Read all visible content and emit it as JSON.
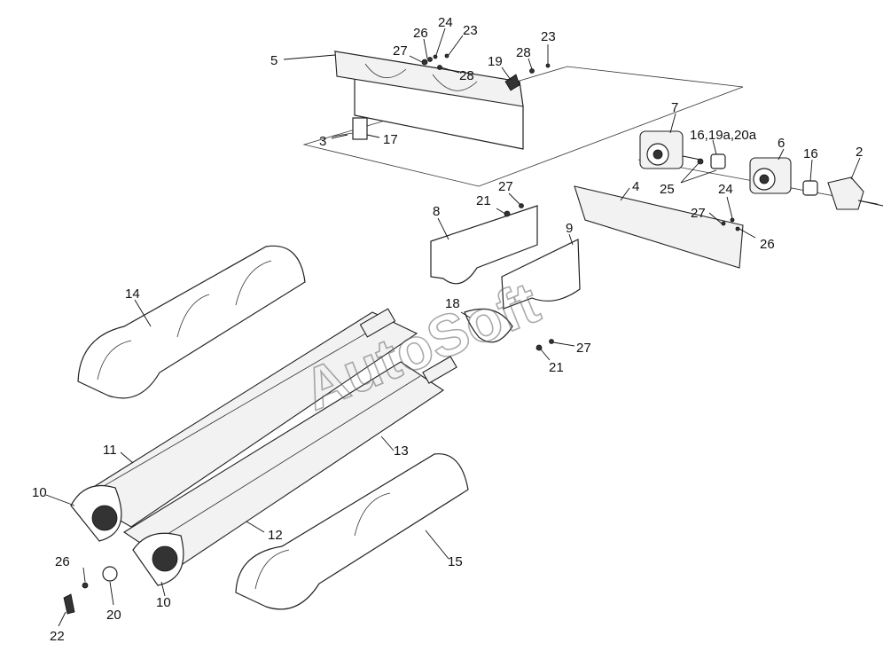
{
  "diagram": {
    "watermark": "AutoSoft",
    "labels": [
      {
        "id": "l5",
        "text": "5"
      },
      {
        "id": "l26a",
        "text": "26"
      },
      {
        "id": "l24a",
        "text": "24"
      },
      {
        "id": "l23a",
        "text": "23"
      },
      {
        "id": "l27a",
        "text": "27"
      },
      {
        "id": "l28a",
        "text": "28"
      },
      {
        "id": "l19",
        "text": "19"
      },
      {
        "id": "l28b",
        "text": "28"
      },
      {
        "id": "l23b",
        "text": "23"
      },
      {
        "id": "l3",
        "text": "3"
      },
      {
        "id": "l17",
        "text": "17"
      },
      {
        "id": "l7",
        "text": "7"
      },
      {
        "id": "l16a",
        "text": "16,19a,20a"
      },
      {
        "id": "l6",
        "text": "6"
      },
      {
        "id": "l16b",
        "text": "16"
      },
      {
        "id": "l2",
        "text": "2"
      },
      {
        "id": "l25",
        "text": "25"
      },
      {
        "id": "l4",
        "text": "4"
      },
      {
        "id": "l24b",
        "text": "24"
      },
      {
        "id": "l27b",
        "text": "27"
      },
      {
        "id": "l26b",
        "text": "26"
      },
      {
        "id": "l21a",
        "text": "21"
      },
      {
        "id": "l27c",
        "text": "27"
      },
      {
        "id": "l8",
        "text": "8"
      },
      {
        "id": "l9",
        "text": "9"
      },
      {
        "id": "l14",
        "text": "14"
      },
      {
        "id": "l18",
        "text": "18"
      },
      {
        "id": "l27d",
        "text": "27"
      },
      {
        "id": "l21b",
        "text": "21"
      },
      {
        "id": "l11",
        "text": "11"
      },
      {
        "id": "l13",
        "text": "13"
      },
      {
        "id": "l10a",
        "text": "10"
      },
      {
        "id": "l12",
        "text": "12"
      },
      {
        "id": "l15",
        "text": "15"
      },
      {
        "id": "l26c",
        "text": "26"
      },
      {
        "id": "l20",
        "text": "20"
      },
      {
        "id": "l10b",
        "text": "10"
      },
      {
        "id": "l22",
        "text": "22"
      }
    ]
  }
}
